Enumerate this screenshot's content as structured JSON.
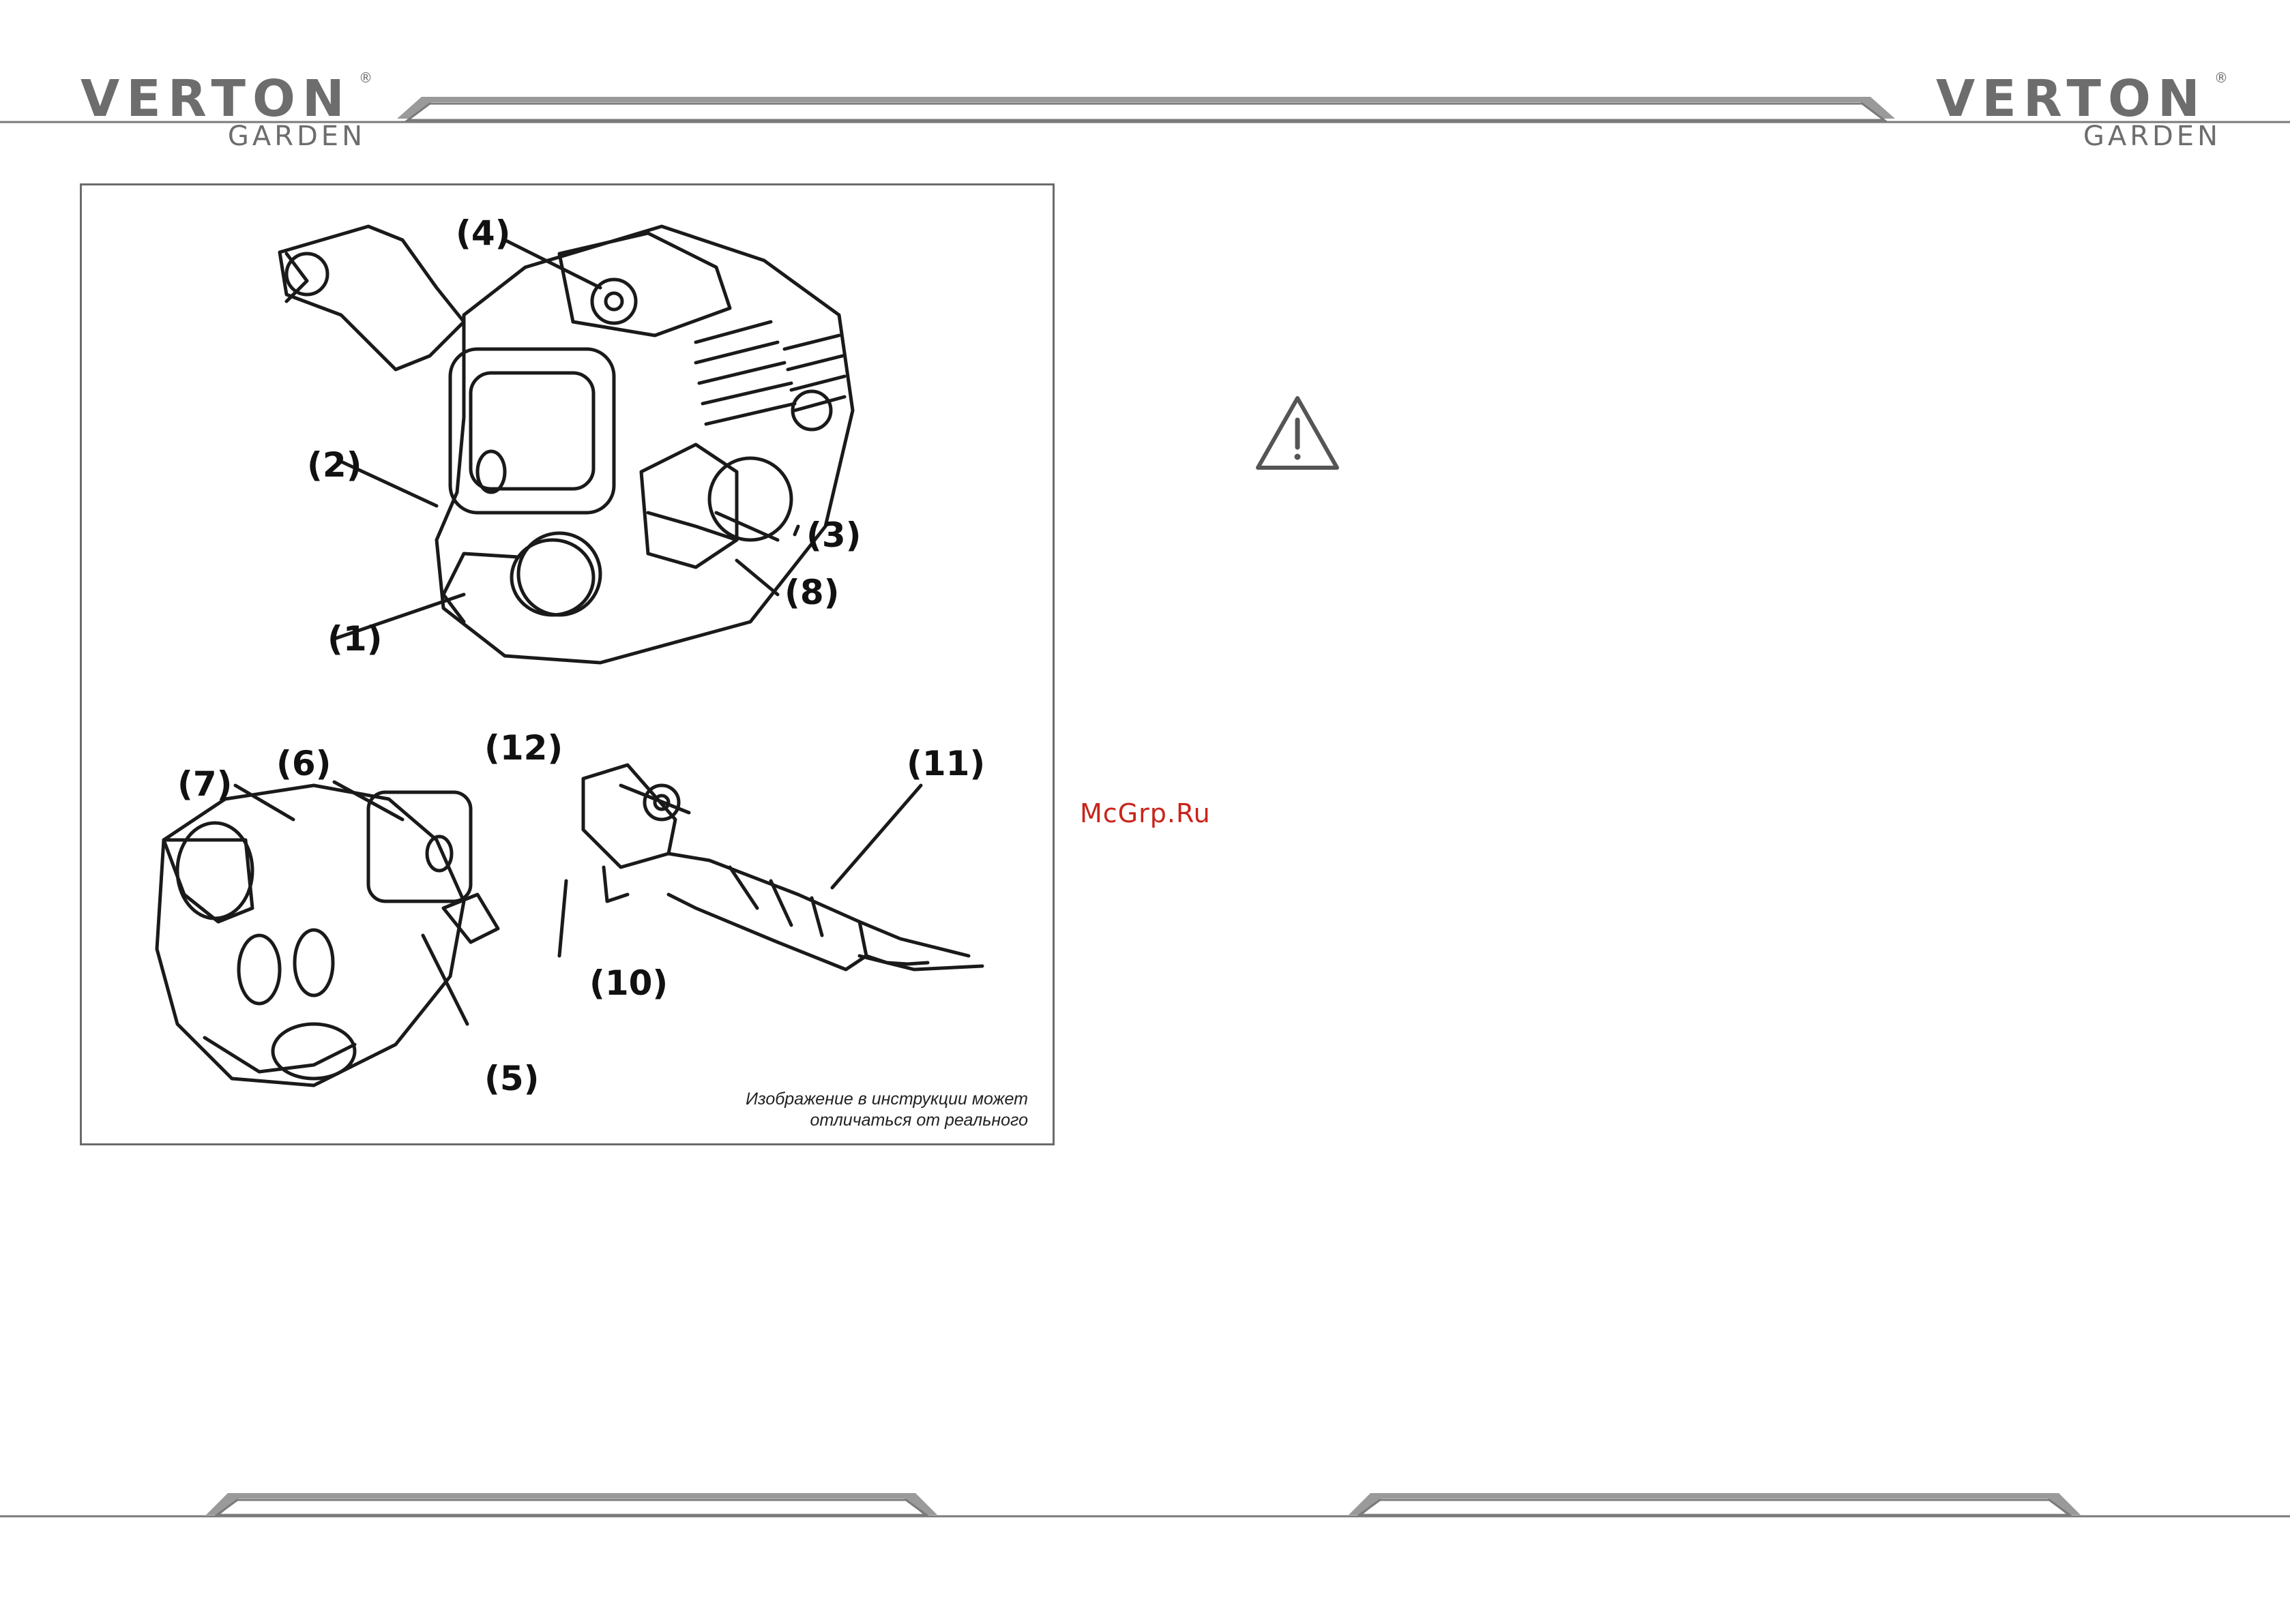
{
  "header": {
    "logo_left": {
      "brand": "VERTON",
      "sub": "GARDEN",
      "mark": "®"
    },
    "logo_right": {
      "brand": "VERTON",
      "sub": "GARDEN",
      "mark": "®"
    }
  },
  "figure": {
    "callouts": {
      "c1": "(1)",
      "c2": "(2)",
      "c3": "(3)",
      "c4": "(4)",
      "c5": "(5)",
      "c6": "(6)",
      "c7": "(7)",
      "c8": "(8)",
      "c10": "(10)",
      "c11": "(11)",
      "c12": "(12)"
    },
    "disclaimer_line1": "Изображение в инструкции может",
    "disclaimer_line2": "отличаться от реального"
  },
  "warning": {
    "icon": "warning-triangle-icon"
  },
  "watermark": "McGrp.Ru",
  "colors": {
    "band": "#8a8a8a",
    "logo": "#6d6d6d",
    "watermark": "#c8241b"
  }
}
